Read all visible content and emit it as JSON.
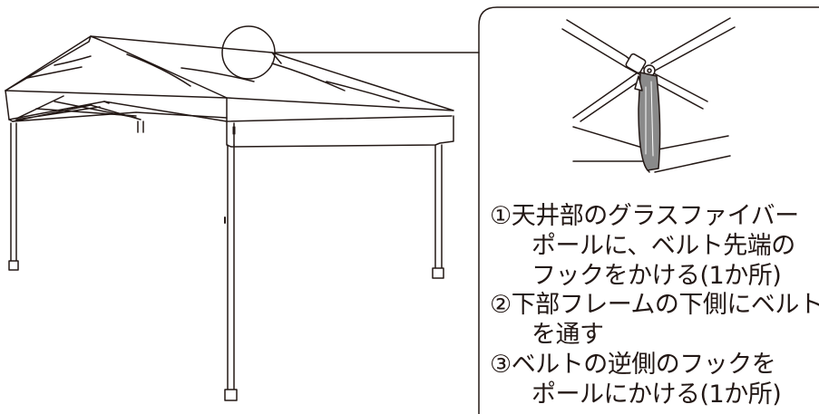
{
  "instructions": [
    {
      "lines": [
        "①天井部のグラスファイバー",
        "ポールに、ベルト先端の",
        "フックをかける(1か所)"
      ]
    },
    {
      "lines": [
        "②下部フレームの下側にベルト",
        "を通す"
      ]
    },
    {
      "lines": [
        "③ベルトの逆側のフックを",
        "ポールにかける(1か所)"
      ]
    }
  ],
  "colors": {
    "ink": "#231815",
    "belt": "#8a8a8a",
    "background": "#ffffff"
  }
}
